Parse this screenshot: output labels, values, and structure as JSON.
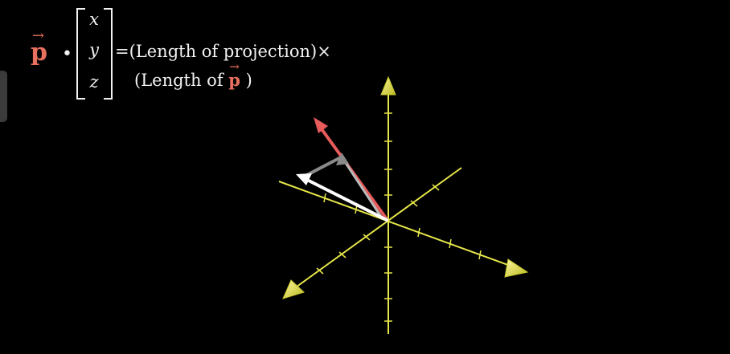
{
  "formula": {
    "vector_symbol": "p",
    "vector_arrow": "→",
    "dot_operator": "•",
    "entries": [
      "x",
      "y",
      "z"
    ],
    "equals": "=",
    "line1": "(Length of projection)×",
    "line2_prefix": "(Length of ",
    "line2_suffix": " )"
  },
  "colors": {
    "background": "#000000",
    "text": "#f2f2f2",
    "vector_p": "#e8705e",
    "axes": "#e6e64a",
    "red_arrow": "#e85b5b",
    "white_arrow": "#ffffff",
    "gray_arrow": "#8a8a8a"
  },
  "scene": {
    "axes_icon": "3d-axes",
    "arrows": [
      "red-vector-p",
      "white-vector-xyz",
      "gray-projection"
    ]
  }
}
